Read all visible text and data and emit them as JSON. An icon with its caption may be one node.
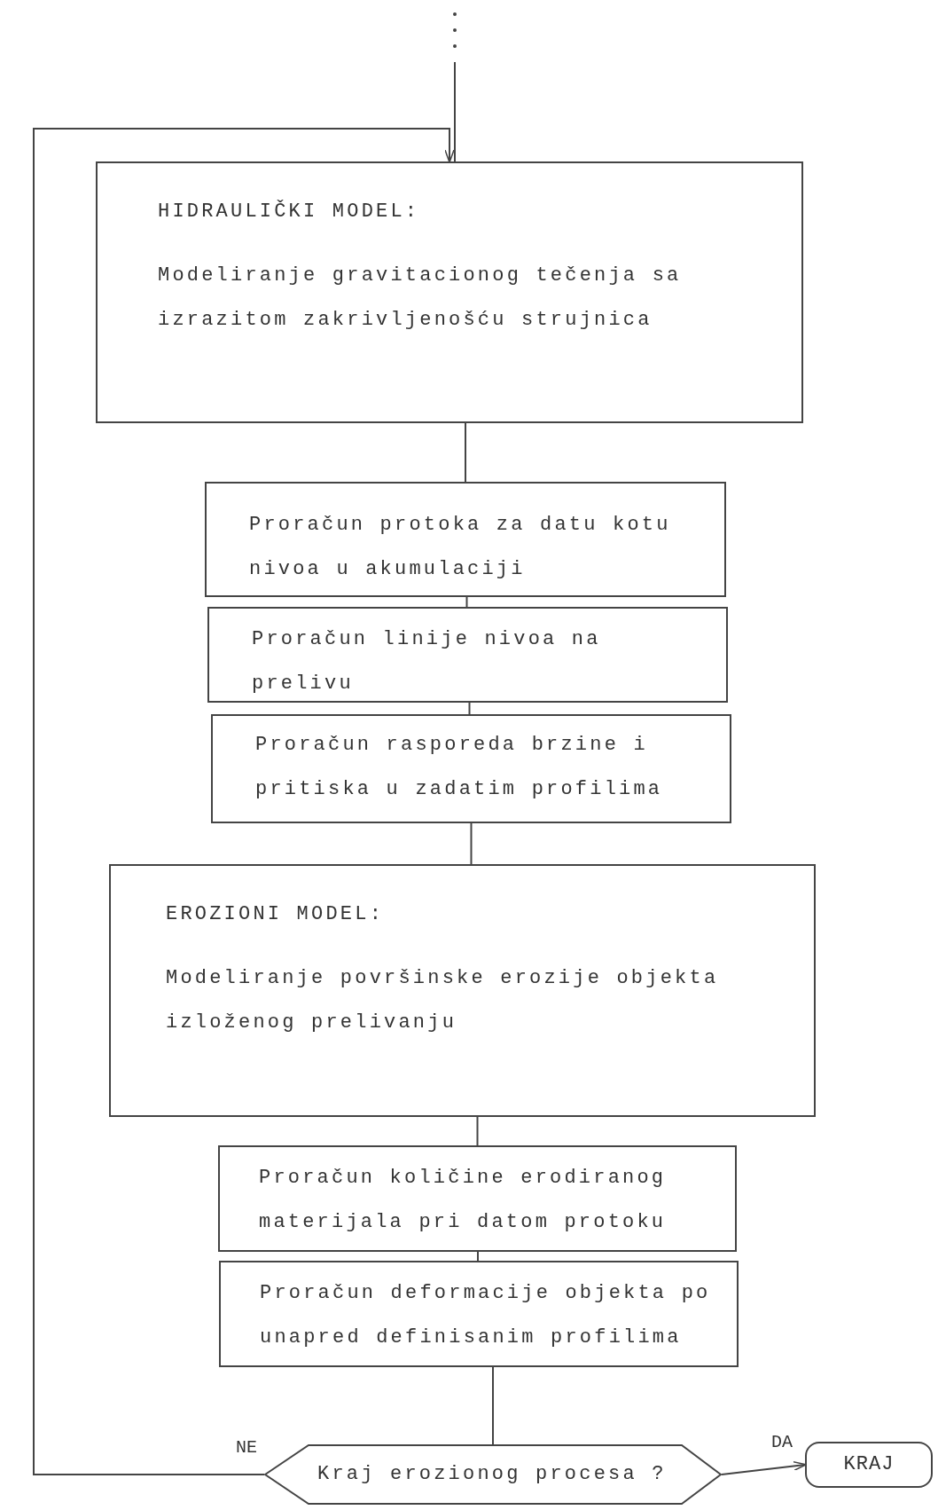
{
  "diagram": {
    "nodes": [
      {
        "text": [
          "HIDRAULIČKI MODEL:",
          "Modeliranje gravitacionog tečenja sa izrazitom zakrivljenošću strujnica"
        ]
      },
      {
        "text": [
          "Proračun protoka za datu kotu nivoa u akumulaciji"
        ]
      },
      {
        "text": [
          "Proračun linije nivoa na prelivu"
        ]
      },
      {
        "text": [
          "Proračun rasporeda brzine i pritiska u zadatim profilima"
        ]
      },
      {
        "text": [
          "EROZIONI MODEL:",
          "Modeliranje površinske erozije objekta izloženog prelivanju"
        ]
      },
      {
        "text": [
          "Proračun količine erodiranog materijala pri datom protoku"
        ]
      },
      {
        "text": [
          "Proračun deformacije objekta po unapred definisanim profilima"
        ]
      },
      {
        "text": [
          "Kraj erozionog procesa ?"
        ]
      },
      {
        "text": [
          "KRAJ"
        ]
      }
    ],
    "edges": [
      {
        "from": null,
        "to": 0,
        "arrow": "none"
      },
      {
        "from": 0,
        "to": 1,
        "arrow": "none"
      },
      {
        "from": 1,
        "to": 2,
        "arrow": "none"
      },
      {
        "from": 2,
        "to": 3,
        "arrow": "none"
      },
      {
        "from": 3,
        "to": 4,
        "arrow": "none"
      },
      {
        "from": 4,
        "to": 5,
        "arrow": "none"
      },
      {
        "from": 5,
        "to": 6,
        "arrow": "none"
      },
      {
        "from": 6,
        "to": 7,
        "arrow": "none"
      },
      {
        "from": 7,
        "to": 0,
        "arrow": "to",
        "label": "NE"
      },
      {
        "from": 7,
        "to": 8,
        "arrow": "to",
        "label": "DA"
      }
    ]
  }
}
